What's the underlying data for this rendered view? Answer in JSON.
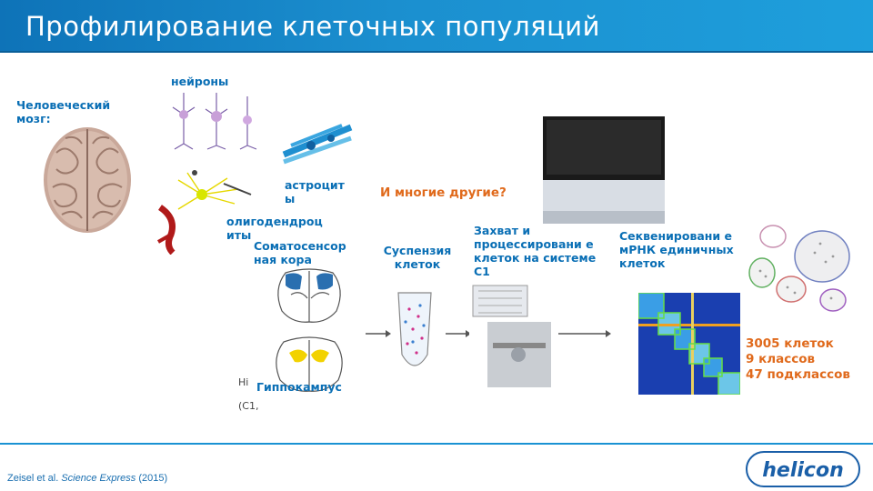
{
  "title": "Профилирование клеточных популяций",
  "labels": {
    "human_brain": "Человеческий мозг:",
    "neurons": "нейроны",
    "astrocytes": "астроцит ы",
    "oligodendrocytes": "олигодендроц иты",
    "somatosensory": "Соматосенсор ная кора",
    "hippocampus": "Гиппокампус",
    "many_others": "И многие другие?",
    "suspension": "Суспензия клеток",
    "capture": "Захват и процессировани е клеток на системе C1",
    "sequencing": "Секвенировани е мРНК единичных клеток",
    "result_cells": "3005 клеток",
    "result_classes": "9 классов",
    "result_subclasses": "47 подклассов"
  },
  "citation": {
    "authors": "Zeisel et al.",
    "journal": "Science Express",
    "year": "(2015)"
  },
  "logo": {
    "text": "helicon"
  },
  "colors": {
    "header": "#1b8fcf",
    "label_blue": "#0a6fb5",
    "label_orange": "#e06a1c"
  }
}
